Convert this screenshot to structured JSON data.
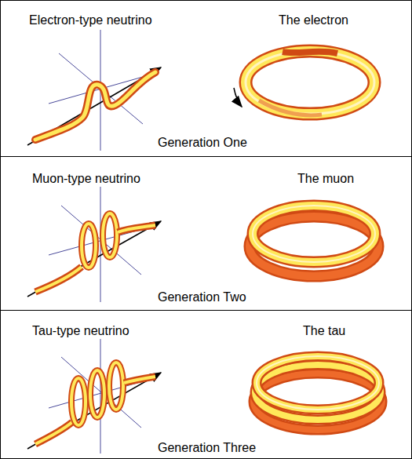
{
  "diagram": {
    "nodes": [
      {
        "text": [
          "Electron-type neutrino",
          "The electron",
          "Generation One"
        ]
      },
      {
        "text": [
          "Muon-type neutrino",
          "The muon",
          "Generation Two"
        ]
      },
      {
        "text": [
          "Tau-type neutrino",
          "The tau",
          "Generation Three"
        ]
      }
    ]
  }
}
